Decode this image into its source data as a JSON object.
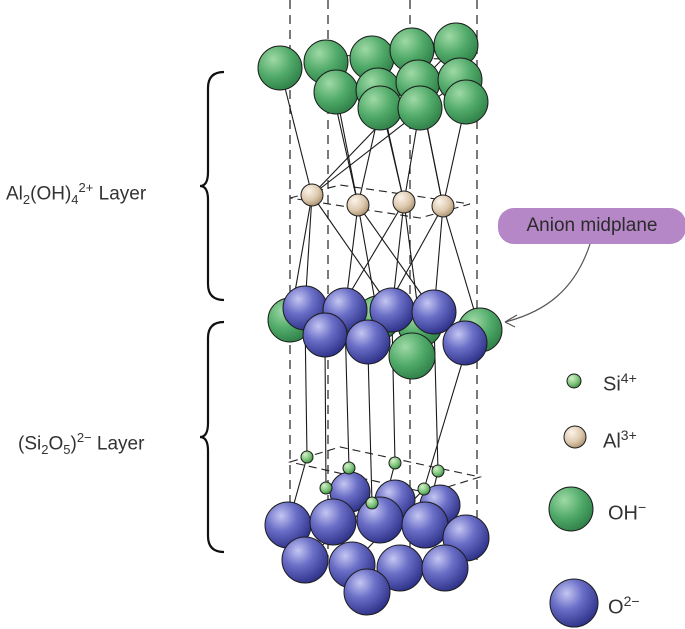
{
  "layer_labels": {
    "upper": {
      "prefix": "Al",
      "sub1": "2",
      "mid": "(OH)",
      "sub2": "4",
      "sup": "2+",
      "suffix": " Layer"
    },
    "lower": {
      "prefix": "(Si",
      "sub1": "2",
      "mid": "O",
      "sub2": "5",
      "post": ")",
      "sup": "2−",
      "suffix": " Layer"
    }
  },
  "callout": {
    "text": "Anion midplane",
    "color": "#b587c6"
  },
  "legend": [
    {
      "ion": "Si",
      "charge": "4+",
      "icon": "small-green-sphere",
      "color": "#7cc47a"
    },
    {
      "ion": "Al",
      "charge": "3+",
      "icon": "beige-sphere",
      "color": "#e2d0b8"
    },
    {
      "ion": "OH",
      "charge": "−",
      "icon": "green-sphere",
      "color": "#4fa968"
    },
    {
      "ion": "O",
      "charge": "2−",
      "icon": "blue-sphere",
      "color": "#5b5fb8"
    }
  ],
  "colors": {
    "oh": "#4fa968",
    "o": "#5b5fb8",
    "si": "#7cc47a",
    "al": "#e2d0b8",
    "line": "#1a1a1a"
  }
}
